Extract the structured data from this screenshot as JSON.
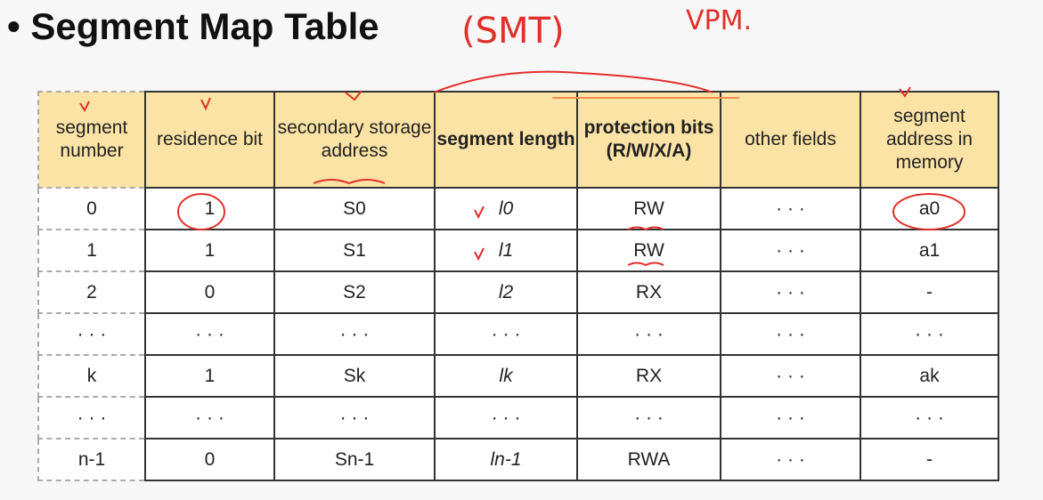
{
  "title": "• Segment Map Table",
  "annotations": {
    "smt": "(SMT)",
    "vpm": "VPM."
  },
  "colors": {
    "header_bg": "#fbe3a5",
    "ink": "#e0302a"
  },
  "table": {
    "headers": [
      "segment number",
      "residence bit",
      "secondary storage address",
      "segment length",
      "protection bits (R/W/X/A)",
      "other fields",
      "segment address in memory"
    ],
    "rows": [
      [
        "0",
        "1",
        "S0",
        "l0",
        "RW",
        "· · ·",
        "a0"
      ],
      [
        "1",
        "1",
        "S1",
        "l1",
        "RW",
        "· · ·",
        "a1"
      ],
      [
        "2",
        "0",
        "S2",
        "l2",
        "RX",
        "· · ·",
        "-"
      ],
      [
        "· · ·",
        "· · ·",
        "· · ·",
        "· · ·",
        "· · ·",
        "· · ·",
        "· · ·"
      ],
      [
        "k",
        "1",
        "Sk",
        "lk",
        "RX",
        "· · ·",
        "ak"
      ],
      [
        "· · ·",
        "· · ·",
        "· · ·",
        "· · ·",
        "· · ·",
        "· · ·",
        "· · ·"
      ],
      [
        "n-1",
        "0",
        "Sn-1",
        "ln-1",
        "RWA",
        "· · ·",
        "-"
      ]
    ]
  }
}
